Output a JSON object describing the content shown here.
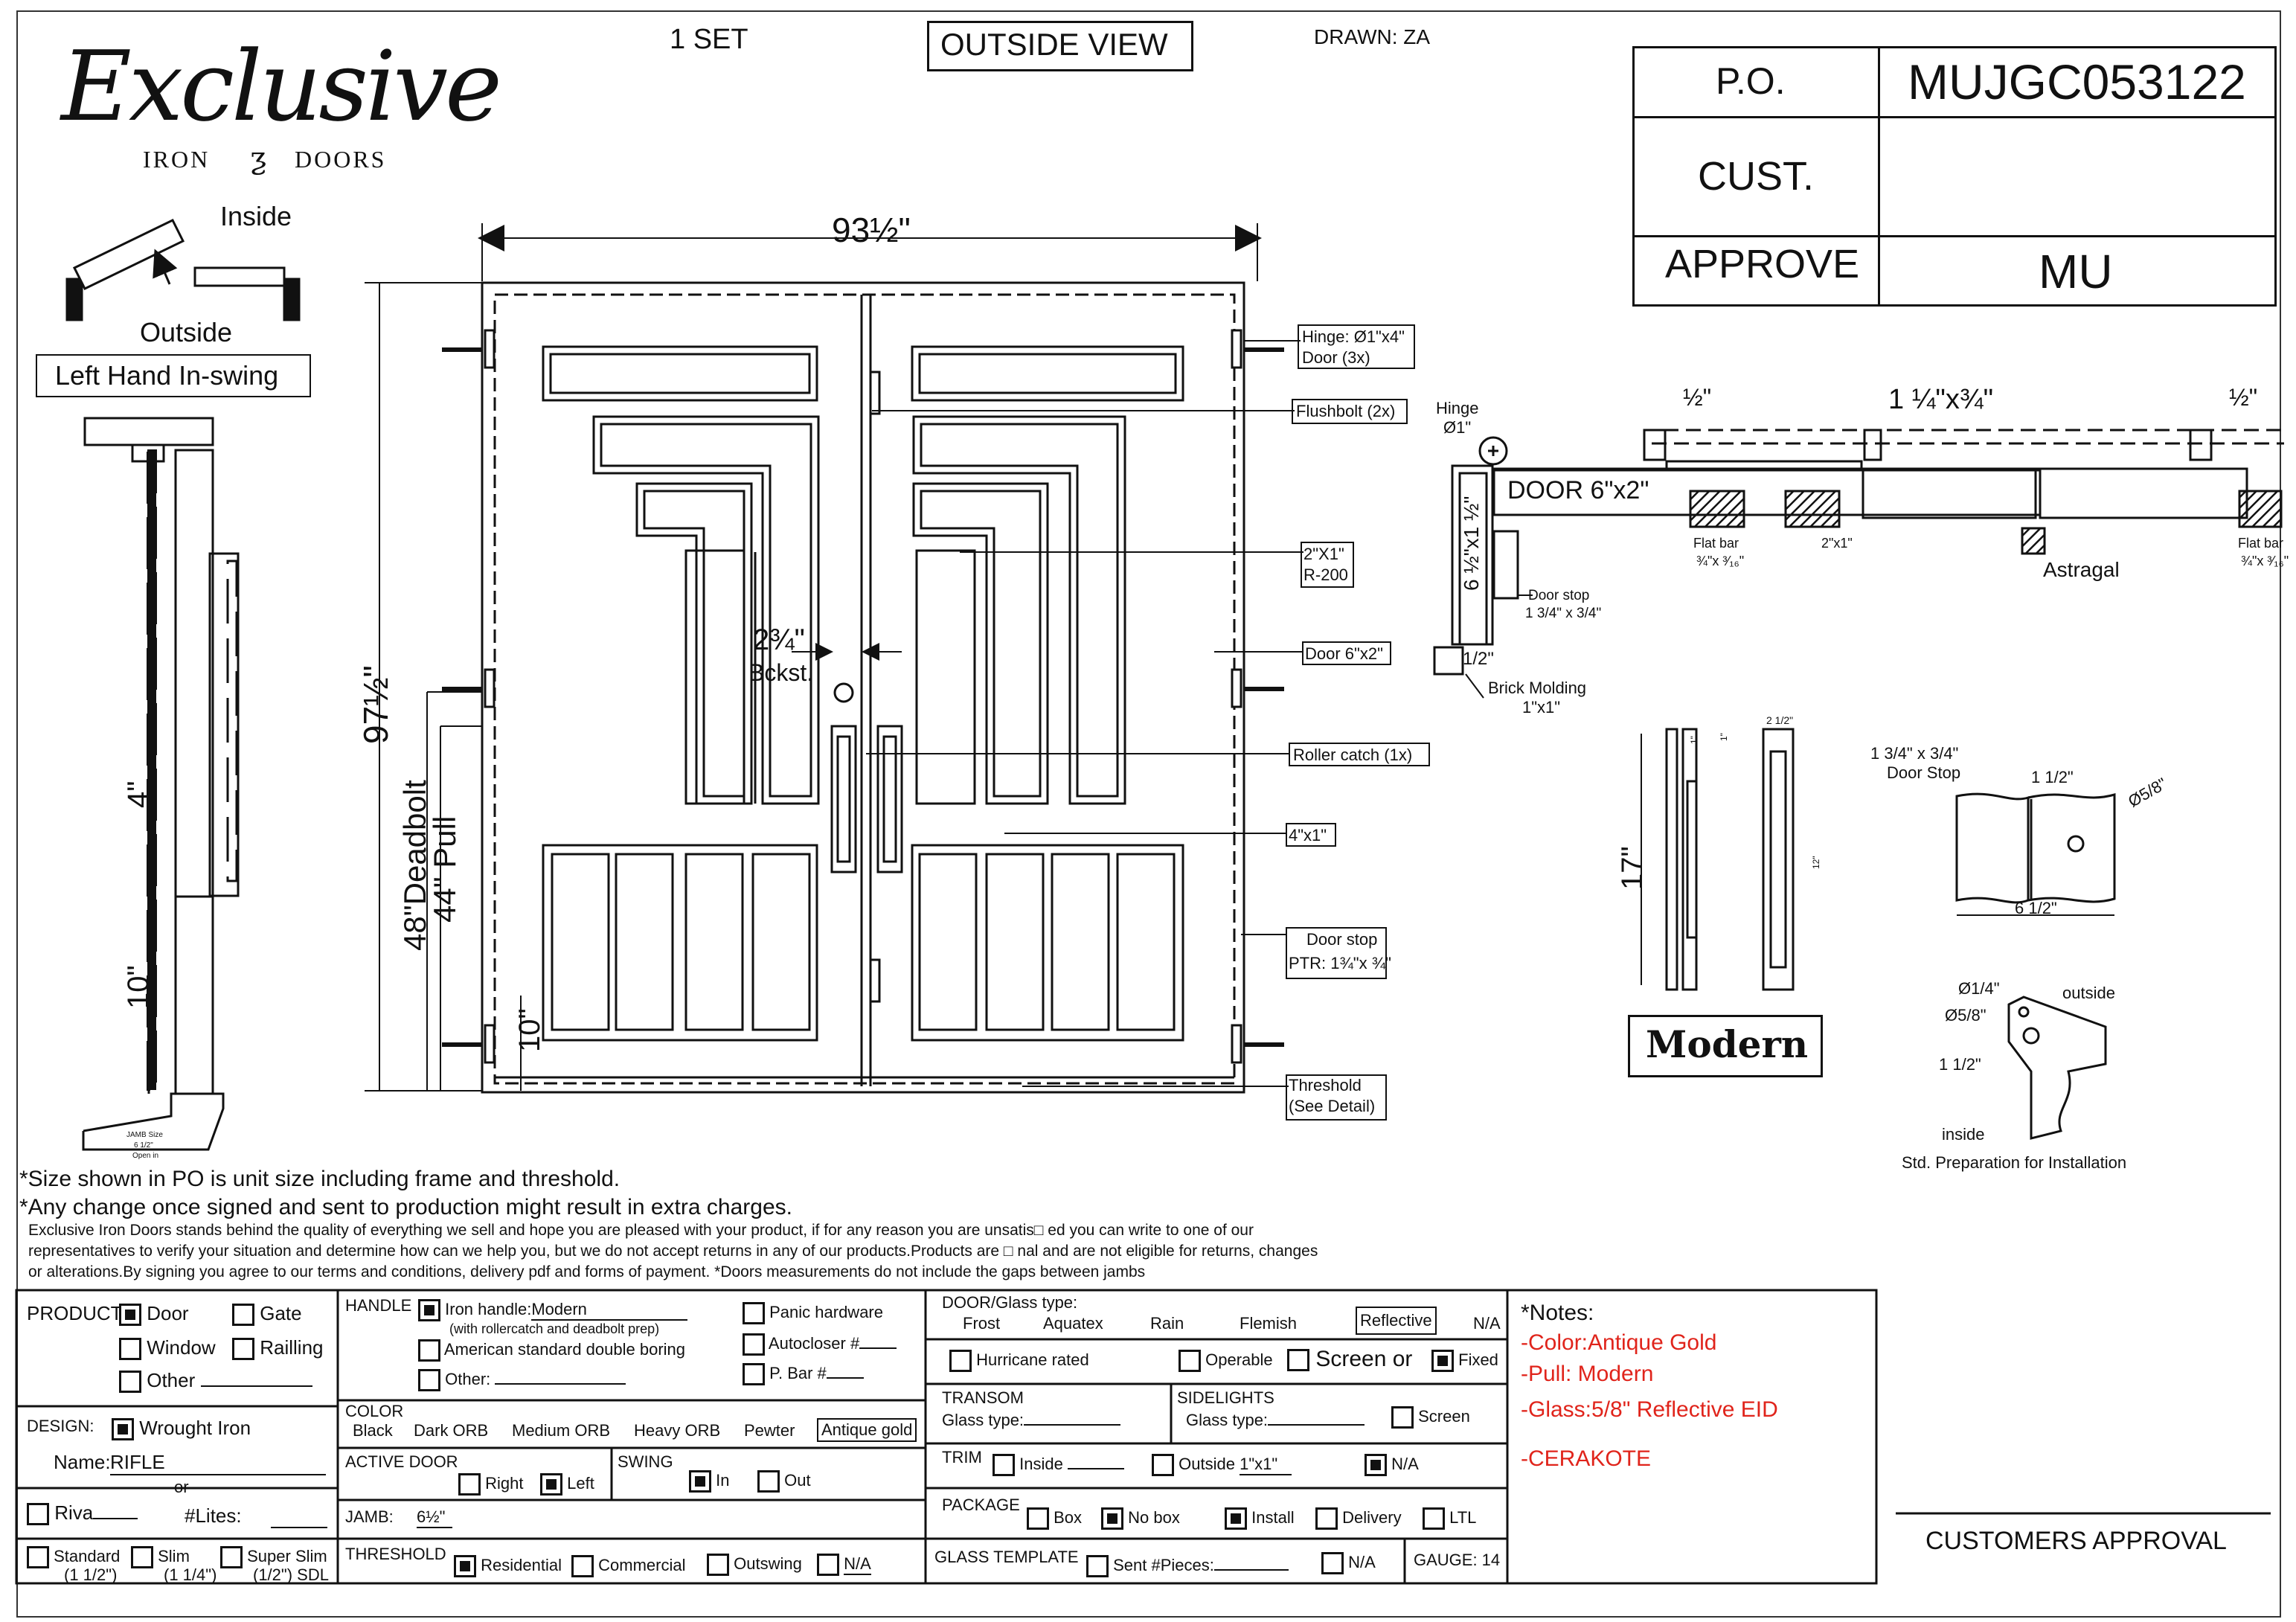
{
  "header": {
    "brand_script": "Exclusive",
    "brand_sub_left": "IRON",
    "brand_sub_right": "DOORS",
    "quantity": "1 SET",
    "view": "OUTSIDE VIEW",
    "drawn": "DRAWN: ZA"
  },
  "po_table": {
    "po_label": "P.O.",
    "po_value": "MUJGC053122",
    "cust_label": "CUST.",
    "cust_value": "",
    "approve_label": "APPROVE",
    "approve_value": "MU"
  },
  "swing_diagram": {
    "inside": "Inside",
    "outside": "Outside",
    "hand": "Left Hand In-swing"
  },
  "dimensions": {
    "width": "93½\"",
    "height": "97½\"",
    "deadbolt": "48\"Deadbolt",
    "pull": "44\" Pull",
    "bottom": "10\"",
    "backset_a": "2¾\"",
    "backset_b": "Bckst.",
    "side_four": "4\"",
    "side_ten": "10\"",
    "jamb_a": "JAMB Size",
    "jamb_b": "6 1/2\"",
    "jamb_c": "Open in"
  },
  "callouts": {
    "hinge_a": "Hinge: Ø1\"x4\"",
    "hinge_b": "Door (3x)",
    "flushbolt": "Flushbolt (2x)",
    "r200_a": "2\"X1\"",
    "r200_b": "R-200",
    "door6x2": "Door 6\"x2\"",
    "roller": "Roller catch  (1x)",
    "four_by_one": "4\"x1\"",
    "doorstop_a": "Door stop",
    "doorstop_b": "PTR: 1¾\"x ¾\"",
    "threshold_a": "Threshold",
    "threshold_b": "(See Detail)"
  },
  "section_detail": {
    "hinge_a": "Hinge",
    "hinge_b": "Ø1\"",
    "door_label": "DOOR 6\"x2\"",
    "half_a": "½\"",
    "half_b": "½\"",
    "size_a": "1 ¼\"x¾\"",
    "flatbar_a": "Flat bar",
    "flatbar_b": "¾\"x ³⁄₁₆\"",
    "flatbar_r_a": "Flat bar",
    "flatbar_r_b": "¾\"x ³⁄₁₆\"",
    "two_by_one": "2\"x1\"",
    "astragal": "Astragal",
    "jamb_dim": "6 ½\"x1 ½\"",
    "doorstop_a": "Door stop",
    "doorstop_b": "1 3/4\" x 3/4\"",
    "half_in": "1/2\"",
    "brick_a": "Brick Molding",
    "brick_b": "1\"x1\""
  },
  "handle_detail": {
    "height": "17\"",
    "one_a": "1\"",
    "one_b": "1\"",
    "two_half": "2 1/2\"",
    "twelve": "12\"",
    "label": "Modern"
  },
  "prep_detail": {
    "stop_a": "1 3/4\" x 3/4\"",
    "stop_b": "Door Stop",
    "one_half": "1 1/2\"",
    "five_eighths": "Ø5/8\"",
    "six_half": "6 1/2\"",
    "quarter": "Ø1/4\"",
    "five_eighths_b": "Ø5/8\"",
    "one_half_b": "1 1/2\"",
    "outside": "outside",
    "inside": "inside",
    "caption": "Std. Preparation for Installation"
  },
  "notes": {
    "line1": "*Size shown in PO is unit size including frame and threshold.",
    "line2": "*Any change once signed and sent to production might result in extra charges.",
    "p1": "Exclusive Iron Doors stands behind the quality of everything we sell and hope you are pleased with your product, if for any reason you are unsatis□ ed you can write to one of our",
    "p2": "representatives to verify your situation and determine how can we help you, but we do not accept returns in any of our products.Products are □ nal and are not eligible for returns, changes",
    "p3": "or alterations.By signing you agree to our terms and conditions, delivery pdf and forms of payment. *Doors measurements do not include the gaps between jambs"
  },
  "form": {
    "product_label": "PRODUCT:",
    "door": "Door",
    "gate": "Gate",
    "window": "Window",
    "railling": "Railling",
    "other": "Other",
    "handle_label": "HANDLE",
    "iron_handle": "Iron handle:",
    "iron_handle_value": "Modern",
    "iron_handle_note": "(with rollercatch and deadbolt prep)",
    "american": "American standard double boring",
    "handle_other": "Other:",
    "panic": "Panic hardware",
    "autocloser": "Autocloser #",
    "pbar": "P. Bar #",
    "glass_label": "DOOR/Glass type:",
    "frost": "Frost",
    "aquatex": "Aquatex",
    "rain": "Rain",
    "flemish": "Flemish",
    "reflective": "Reflective",
    "glass_na": "N/A",
    "hurricane": "Hurricane rated",
    "operable": "Operable",
    "screen_or": "Screen or",
    "fixed": "Fixed",
    "transom_label": "TRANSOM",
    "transom_glass": "Glass type:",
    "sidelights_label": "SIDELIGHTS",
    "side_glass": "Glass type:",
    "screen": "Screen",
    "trim_label": "TRIM",
    "trim_inside": "Inside",
    "trim_outside": "Outside",
    "trim_outside_value": "1\"x1\"",
    "trim_na": "N/A",
    "package_label": "PACKAGE",
    "box": "Box",
    "nobox": "No box",
    "install": "Install",
    "delivery": "Delivery",
    "ltl": "LTL",
    "template_label": "GLASS TEMPLATE",
    "sent": "Sent #Pieces:",
    "template_na": "N/A",
    "gauge": "GAUGE: 14",
    "design_label": "DESIGN:",
    "wrought": "Wrought Iron",
    "name_label": "Name:",
    "name_value": "RIFLE",
    "or": "or",
    "riva": "Riva",
    "lites": "#Lites:",
    "standard_a": "Standard",
    "standard_b": "(1 1/2\")",
    "slim_a": "Slim",
    "slim_b": "(1 1/4\")",
    "superslim_a": "Super Slim",
    "superslim_b": "(1/2\") SDL",
    "color_label": "COLOR",
    "black": "Black",
    "dark_orb": "Dark ORB",
    "medium_orb": "Medium ORB",
    "heavy_orb": "Heavy ORB",
    "pewter": "Pewter",
    "antique": "Antique gold",
    "active_label": "ACTIVE DOOR",
    "right": "Right",
    "left": "Left",
    "swing_label": "SWING",
    "in": "In",
    "out": "Out",
    "jamb_label": "JAMB:",
    "jamb_value": "6½\"",
    "threshold_label": "THRESHOLD",
    "residential": "Residential",
    "commercial": "Commercial",
    "outswing": "Outswing",
    "th_na": "N/A"
  },
  "side_notes": {
    "title": "*Notes:",
    "n1": "-Color:Antique Gold",
    "n2": "-Pull: Modern",
    "n3": "-Glass:5/8\" Reflective EID",
    "n4": "-CERAKOTE"
  },
  "approval": "CUSTOMERS APPROVAL",
  "colors": {
    "notes_red": "#e0241b",
    "ink": "#111111"
  }
}
